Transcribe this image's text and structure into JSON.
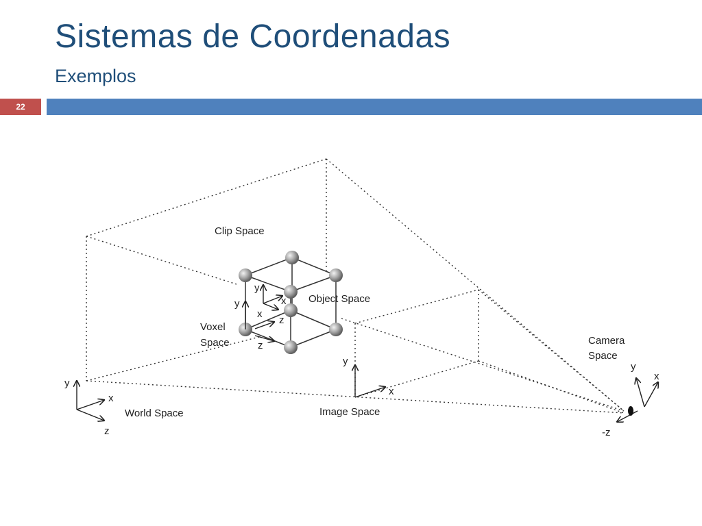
{
  "slide": {
    "title": "Sistemas de Coordenadas",
    "subtitle": "Exemplos",
    "page_number": "22"
  },
  "diagram": {
    "labels": {
      "clip_space": "Clip Space",
      "object_space": "Object Space",
      "voxel_space_line1": "Voxel",
      "voxel_space_line2": "Space",
      "world_space": "World Space",
      "image_space": "Image Space",
      "camera_space_line1": "Camera",
      "camera_space_line2": "Space"
    },
    "axes": {
      "x": "x",
      "y": "y",
      "z": "z",
      "neg_z": "-z"
    },
    "colors": {
      "title": "#1f4e79",
      "header_bar": "#4f81bd",
      "page_badge": "#c0504d",
      "lines": "#222222",
      "nodes": "#a6a6a6"
    }
  }
}
